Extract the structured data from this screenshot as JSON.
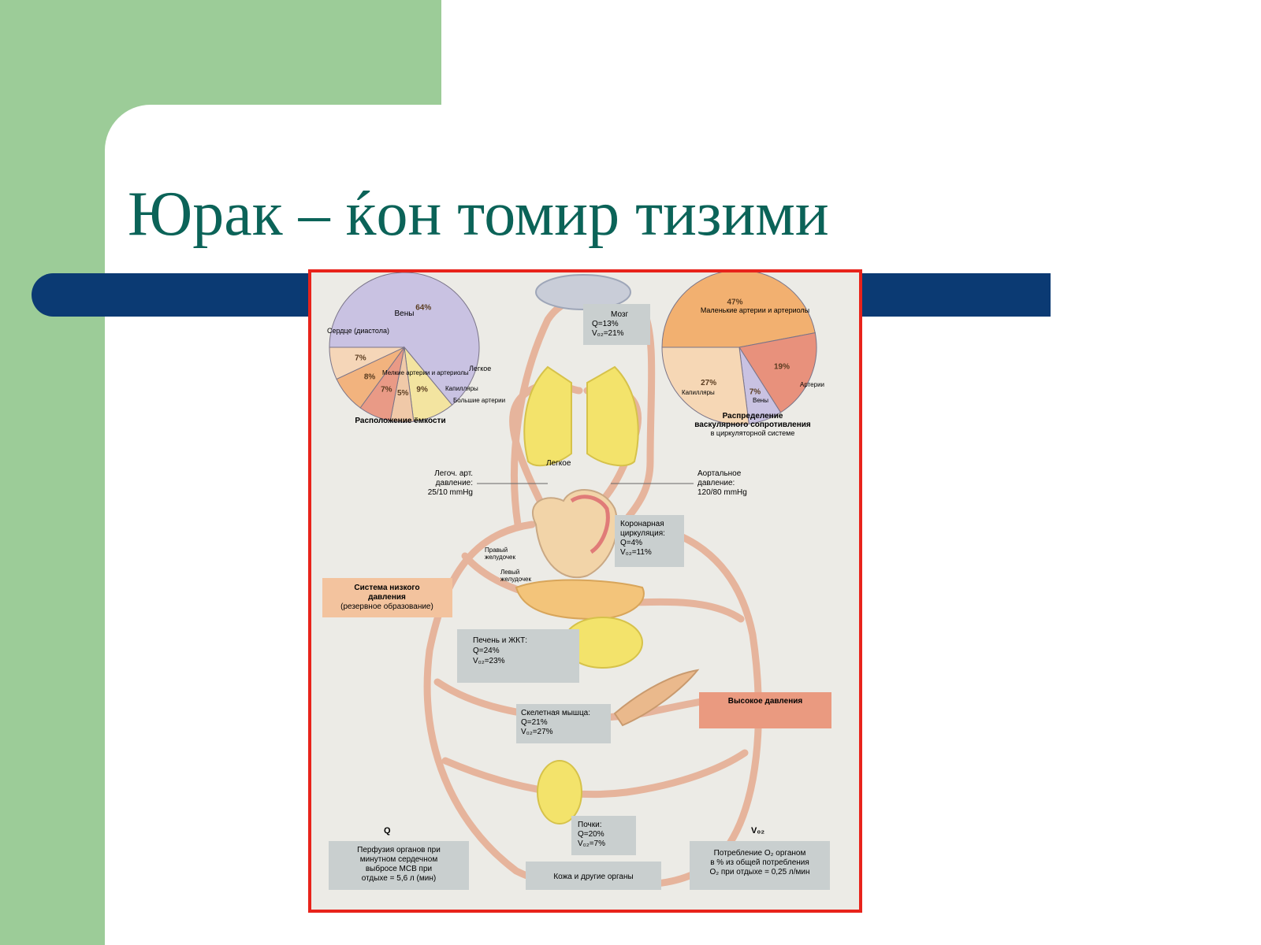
{
  "slide": {
    "title": "Юрак – ќон томир тизими"
  },
  "diagram": {
    "capacity_pie": {
      "caption": "Расположение ёмкости",
      "slices": [
        {
          "label": "Вены",
          "value_label": "64%",
          "value": 64,
          "color": "#c9c2e2"
        },
        {
          "label": "Легкое",
          "value_label": "9%",
          "value": 9,
          "color": "#f3e4a0"
        },
        {
          "label": "Капилляры",
          "value_label": "5%",
          "value": 5,
          "color": "#f0c9a8"
        },
        {
          "label": "Большие артерии",
          "value_label": "7%",
          "value": 7,
          "color": "#e99a86"
        },
        {
          "label": "Мелкие артерии и артериолы",
          "value_label": "8%",
          "value": 8,
          "color": "#f2b37e"
        },
        {
          "label": "Сердце (диастола)",
          "value_label": "7%",
          "value": 7,
          "color": "#f5d6b8"
        }
      ]
    },
    "resistance_pie": {
      "caption_line1": "Распределение",
      "caption_line2": "васкулярного сопротивления",
      "caption_line3": "в циркуляторной системе",
      "slices": [
        {
          "label": "Маленькие артерии и артериолы",
          "value_label": "47%",
          "value": 47,
          "color": "#f2b070"
        },
        {
          "label": "Артерии",
          "value_label": "19%",
          "value": 19,
          "color": "#e8917c"
        },
        {
          "label": "Вены",
          "value_label": "7%",
          "value": 7,
          "color": "#c9c2e2"
        },
        {
          "label": "Капилляры",
          "value_label": "27%",
          "value": 27,
          "color": "#f6d7b5"
        }
      ]
    },
    "organs": {
      "brain": {
        "name": "Мозг",
        "q": "Q=13%",
        "v": "V₀₂=21%"
      },
      "lung_label": "Легкое",
      "pulmonary_pressure": [
        "Легоч. арт.",
        "давление:",
        "25/10 mmHg"
      ],
      "aortic_pressure": [
        "Аортальное",
        "давление:",
        "120/80 mmHg"
      ],
      "coronary": {
        "name1": "Коронарная",
        "name2": "циркуляция:",
        "q": "Q=4%",
        "v": "V₀₂=11%"
      },
      "right_ventricle": [
        "Правый",
        "желудочек"
      ],
      "left_ventricle": [
        "Левый",
        "желудочек"
      ],
      "liver": {
        "name": "Печень и ЖКТ:",
        "q": "Q=24%",
        "v": "V₀₂=23%"
      },
      "muscle": {
        "name": "Скелетная мышца:",
        "q": "Q=21%",
        "v": "V₀₂=27%"
      },
      "kidney": {
        "name": "Почки:",
        "q": "Q=20%",
        "v": "V₀₂=7%"
      },
      "skin": "Кожа и другие органы"
    },
    "low_pressure": [
      "Система низкого",
      "давления",
      "(резервное образование)"
    ],
    "high_pressure": "Высокое давления",
    "q_heading": "Q",
    "vo2_heading": "V₀₂",
    "perfusion_note": [
      "Перфузия органов при",
      "минутном сердечном",
      "выбросе МСВ при",
      "отдыхе = 5,6 л (мин)"
    ],
    "o2_note": [
      "Потребление O₂ органом",
      "в % из общей потребления",
      "O₂ при отдыхе = 0,25 л/мин"
    ]
  },
  "colors": {
    "title": "#0b6358",
    "green_band": "#9ccc98",
    "navy_bar": "#0b3a73",
    "frame_border": "#e8231b",
    "vessel": "#e6b49c",
    "note_box": "#c9cfcf",
    "low_pressure_box": "#f3c39e",
    "high_pressure_box": "#ea9a80",
    "organ_yellow": "#f3e36b"
  }
}
